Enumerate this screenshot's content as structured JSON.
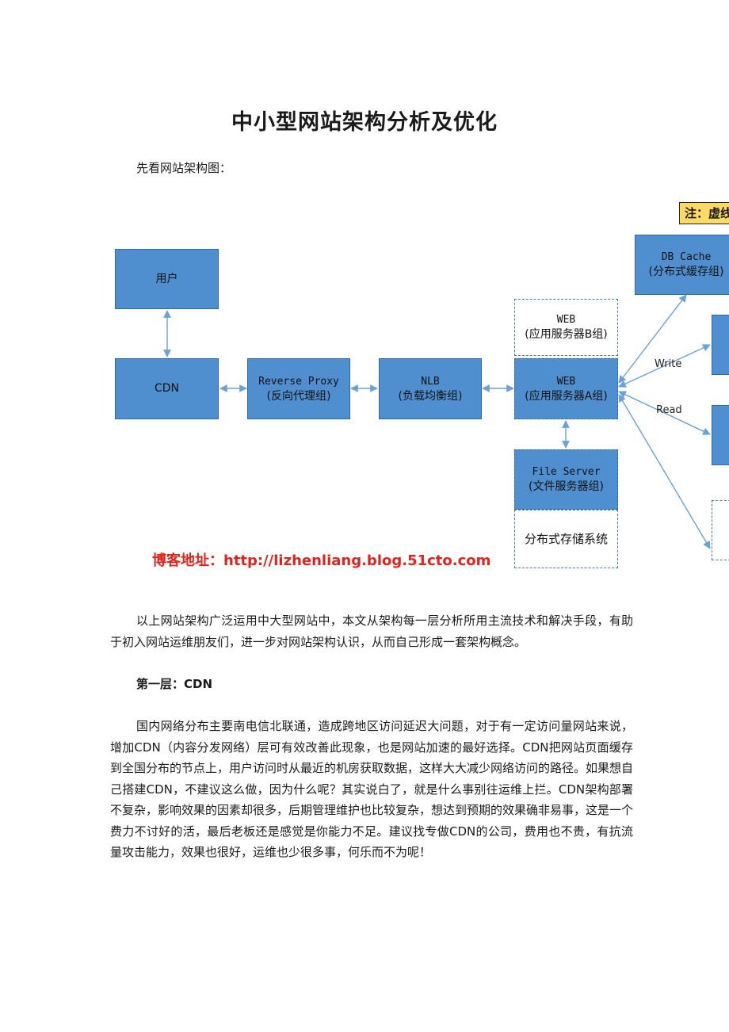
{
  "title": "中小型网站架构分析及优化",
  "intro": "先看网站架构图：",
  "diagram": {
    "note": "注：虚线",
    "user": "用户",
    "cdn": "CDN",
    "proxy": {
      "line1": "Reverse Proxy",
      "line2": "(反向代理组)"
    },
    "nlb": {
      "line1": "NLB",
      "line2": "(负载均衡组)"
    },
    "web_b": {
      "line1": "WEB",
      "line2": "(应用服务器B组)"
    },
    "web_a": {
      "line1": "WEB",
      "line2": "(应用服务器A组)"
    },
    "file_server": {
      "line1": "File Server",
      "line2": "(文件服务器组)"
    },
    "storage": "分布式存储系统",
    "db_cache": {
      "line1": "DB Cache",
      "line2": "(分布式缓存组)"
    },
    "write_label": "Write",
    "read_label": "Read",
    "blog": "博客地址：http://lizhenliang.blog.51cto.com"
  },
  "paragraph1": "以上网站架构广泛运用中大型网站中，本文从架构每一层分析所用主流技术和解决手段，有助于初入网站运维朋友们，进一步对网站架构认识，从而自己形成一套架构概念。",
  "heading1": "第一层：CDN",
  "paragraph2": "国内网络分布主要南电信北联通，造成跨地区访问延迟大问题，对于有一定访问量网站来说，增加CDN（内容分发网络）层可有效改善此现象，也是网站加速的最好选择。CDN把网站页面缓存到全国分布的节点上，用户访问时从最近的机房获取数据，这样大大减少网络访问的路径。如果想自己搭建CDN，不建议这么做，因为什么呢？其实说白了，就是什么事别往运维上拦。CDN架构部署不复杂，影响效果的因素却很多，后期管理维护也比较复杂，想达到预期的效果确非易事，这是一个费力不讨好的活，最后老板还是感觉是你能力不足。建议找专做CDN的公司，费用也不贵，有抗流量攻击能力，效果也很好，运维也少很多事，何乐而不为呢！"
}
